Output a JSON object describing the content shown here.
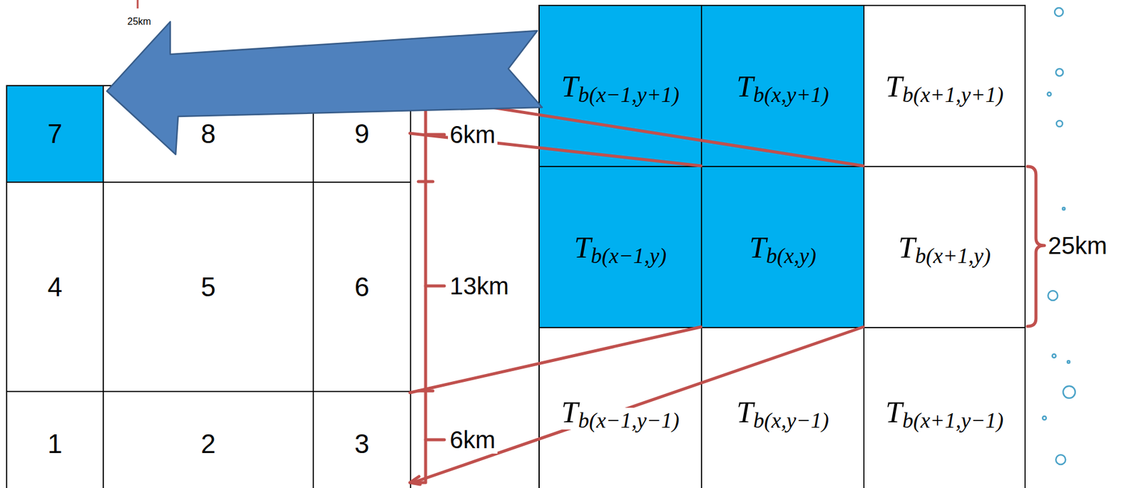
{
  "diagram": {
    "nodes": [
      {
        "text": [
          "7"
        ]
      },
      {
        "text": [
          "8"
        ]
      },
      {
        "text": [
          "9"
        ]
      },
      {
        "text": [
          "4"
        ]
      },
      {
        "text": [
          "5"
        ]
      },
      {
        "text": [
          "6"
        ]
      },
      {
        "text": [
          "1"
        ]
      },
      {
        "text": [
          "2"
        ]
      },
      {
        "text": [
          "3"
        ]
      },
      {
        "text": [
          "T",
          "b(x−1,y+1)"
        ]
      },
      {
        "text": [
          "T",
          "b(x,y+1)"
        ]
      },
      {
        "text": [
          "T",
          "b(x+1,y+1)"
        ]
      },
      {
        "text": [
          "T",
          "b(x−1,y)"
        ]
      },
      {
        "text": [
          "T",
          "b(x,y)"
        ]
      },
      {
        "text": [
          "T",
          "b(x+1,y)"
        ]
      },
      {
        "text": [
          "T",
          "b(x−1,y−1)"
        ]
      },
      {
        "text": [
          "T",
          "b(x,y−1)"
        ]
      },
      {
        "text": [
          "T",
          "b(x+1,y−1)"
        ]
      }
    ],
    "edges": [
      {
        "from": 9,
        "to": 0,
        "arrow": "to"
      }
    ],
    "labels": [
      "25km",
      "6km",
      "13km",
      "6km",
      "25km"
    ]
  }
}
